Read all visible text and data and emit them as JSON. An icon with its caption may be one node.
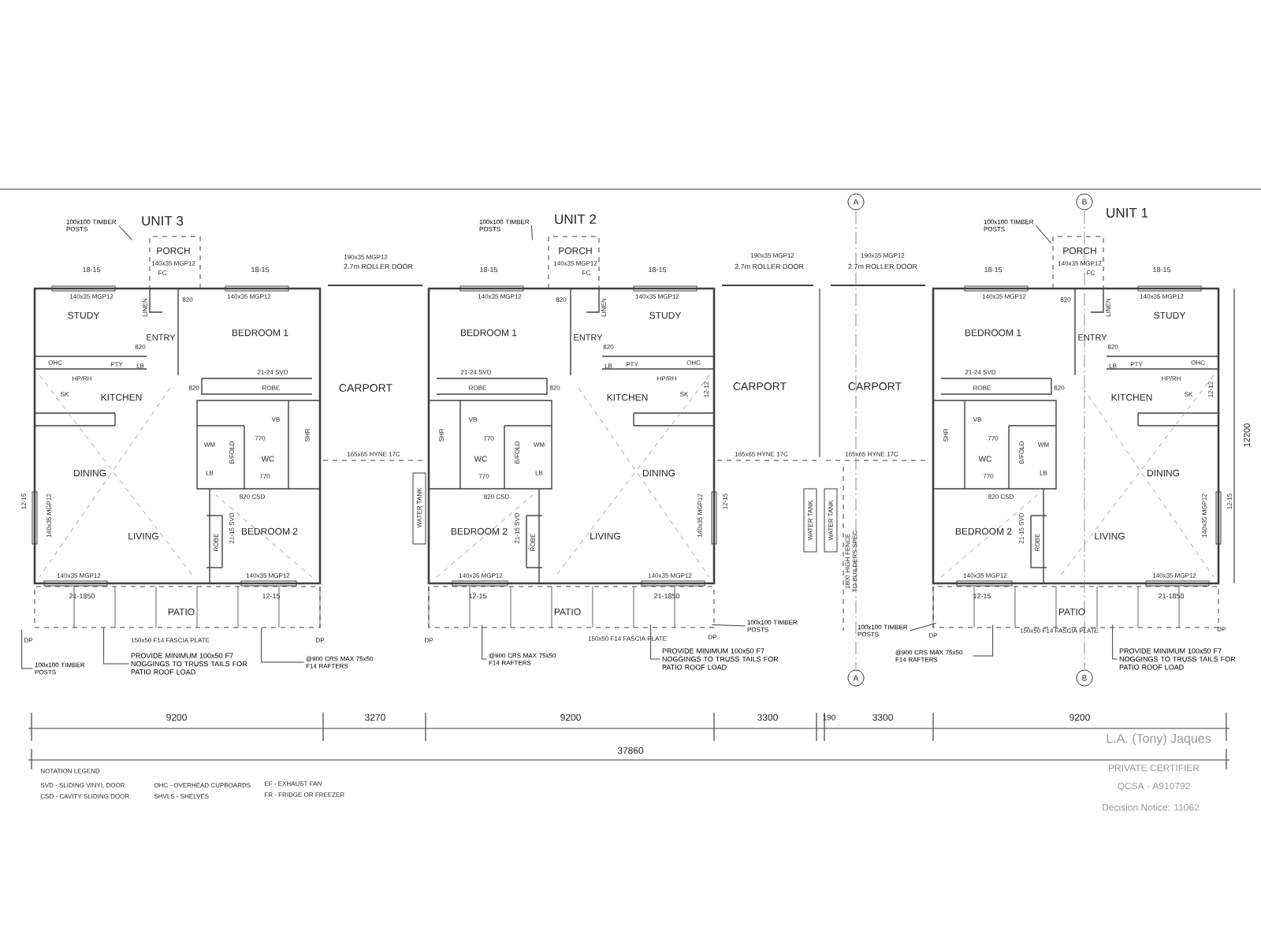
{
  "diagram": {
    "nodes": [
      {
        "text": [
          "100x100 TIMBER POSTS"
        ]
      },
      {
        "text": [
          "100x100 TIMBER POSTS"
        ]
      },
      {
        "text": [
          "100x100 TIMBER POSTS"
        ]
      },
      {
        "text": [
          "100x100 TIMBER POSTS"
        ]
      },
      {
        "text": [
          "PROVIDE MINIMUM 100x50 F7 NOGGINGS TO TRUSS TAILS FOR PATIO ROOF LOAD"
        ]
      },
      {
        "text": [
          "@900 CRS MAX 75x50 F14 RAFTERS"
        ]
      },
      {
        "text": [
          "@900 CRS MAX 75x50 F14 RAFTERS"
        ]
      },
      {
        "text": [
          "PROVIDE MINIMUM 100x50 F7 NOGGINGS TO TRUSS TAILS FOR PATIO ROOF LOAD"
        ]
      },
      {
        "text": [
          "100x100 TIMBER POSTS"
        ]
      },
      {
        "text": [
          "100x100 TIMBER POSTS"
        ]
      },
      {
        "text": [
          "@900 CRS MAX 75x50 F14 RAFTERS"
        ]
      },
      {
        "text": [
          "PROVIDE MINIMUM 100x50 F7 NOGGINGS TO TRUSS TAILS FOR PATIO ROOF LOAD"
        ]
      },
      {
        "text": [],
        "shape": "picture"
      },
      {
        "text": [],
        "shape": "picture"
      },
      {
        "text": [],
        "shape": "picture"
      }
    ],
    "edges": [
      {
        "from": 0,
        "to": 12,
        "arrow": "none"
      },
      {
        "from": 1,
        "to": 13,
        "arrow": "none"
      },
      {
        "from": 2,
        "to": 14,
        "arrow": "none"
      },
      {
        "from": 3,
        "to": 12,
        "arrow": "none"
      },
      {
        "from": 4,
        "to": 12,
        "arrow": "none"
      },
      {
        "from": 5,
        "to": 12,
        "arrow": "none"
      },
      {
        "from": 6,
        "to": 13,
        "arrow": "none"
      },
      {
        "from": 7,
        "to": 13,
        "arrow": "none"
      },
      {
        "from": 8,
        "to": 13,
        "arrow": "none"
      },
      {
        "from": 9,
        "to": 14,
        "arrow": "none"
      },
      {
        "from": 10,
        "to": 14,
        "arrow": "none"
      },
      {
        "from": 11,
        "to": 14,
        "arrow": "none"
      }
    ],
    "labels": [
      "UNIT 3",
      "PORCH",
      "140x35 MGP12",
      "18-15",
      "FC",
      "18-15",
      "140x35 MGP12",
      "820",
      "140x35 MGP12",
      "STUDY",
      "LINEN",
      "ENTRY",
      "BEDROOM 1",
      "820",
      "OHC",
      "PTY",
      "LB",
      "21-24 SVD",
      "HP/RH",
      "820",
      "ROBE",
      "SK",
      "KITCHEN",
      "VB",
      "770",
      "SHR",
      "WM",
      "B/FOLD",
      "WC",
      "DINING",
      "LB",
      "770",
      "12-15",
      "140x35 MGP12",
      "820 CSD",
      "LIVING",
      "ROBE",
      "21-15 SVD",
      "BEDROOM 2",
      "140x35 MGP12",
      "140x35 MGP12",
      "21-1850",
      "12-15",
      "PATIO",
      "UNIT 2",
      "PORCH",
      "140x35 MGP12",
      "18-15",
      "FC",
      "18-15",
      "140x35 MGP12",
      "820",
      "140x35 MGP12",
      "LINEN",
      "STUDY",
      "BEDROOM 1",
      "ENTRY",
      "820",
      "LB",
      "PTY",
      "OHC",
      "21-24 SVD",
      "HP/RH",
      "ROBE",
      "820",
      "KITCHEN",
      "SK",
      "12-12",
      "VB",
      "SHR",
      "770",
      "WC",
      "B/FOLD",
      "WM",
      "770",
      "LB",
      "DINING",
      "820 CSD",
      "140x35 MGP12",
      "12-15",
      "BEDROOM 2",
      "21-15 SVD",
      "ROBE",
      "LIVING",
      "140x35 MGP12",
      "140x35 MGP12",
      "12-15",
      "21-1850",
      "PATIO",
      "UNIT 1",
      "PORCH",
      "140x35 MGP12",
      "18-15",
      "FC",
      "18-15",
      "140x35 MGP12",
      "820",
      "140x35 MGP12",
      "LINEN",
      "STUDY",
      "BEDROOM 1",
      "ENTRY",
      "820",
      "LB",
      "PTY",
      "OHC",
      "21-24 SVD",
      "HP/RH",
      "ROBE",
      "820",
      "KITCHEN",
      "SK",
      "12-12",
      "VB",
      "SHR",
      "770",
      "WC",
      "B/FOLD",
      "WM",
      "770",
      "LB",
      "DINING",
      "820 CSD",
      "140x35 MGP12",
      "12-15",
      "BEDROOM 2",
      "21-15 SVD",
      "ROBE",
      "LIVING",
      "140x35 MGP12",
      "140x35 MGP12",
      "12-15",
      "21-1850",
      "PATIO",
      "190x35 MGP12",
      "2.7m ROLLER DOOR",
      "CARPORT",
      "165x65 HYNE 17C",
      "WATER TANK",
      "190x35 MGP12",
      "2.7m ROLLER DOOR",
      "190x35 MGP12",
      "2.7m ROLLER DOOR",
      "CARPORT",
      "CARPORT",
      "165x65 HYNE 17C",
      "165x65 HYNE 17C",
      "WATER TANK",
      "WATER TANK",
      "1800 HIGH FENCE TO BUILDERS SPEC",
      "A",
      "B",
      "A",
      "B",
      "DP",
      "150x50 F14 FASCIA PLATE",
      "DP",
      "DP",
      "150x50 F14 FASCIA PLATE",
      "DP",
      "DP",
      "150x50 F14 FASCIA PLATE",
      "DP",
      "9200",
      "3270",
      "9200",
      "3300",
      "190",
      "3300",
      "9200",
      "37860",
      "12200",
      "NOTATION LEGEND",
      "SVD - SLIDING VINYL DOOR",
      "CSD - CAVITY SLIDING DOOR",
      "OHC - OVERHEAD CUPBOARDS",
      "SHVLS - SHELVES",
      "EF - EXHAUST FAN",
      "FR - FRIDGE OR FREEZER",
      "L.A. (Tony) Jaques",
      "PRIVATE CERTIFIER",
      "QCSA - A910792",
      "Decision Notice: 11062"
    ]
  }
}
